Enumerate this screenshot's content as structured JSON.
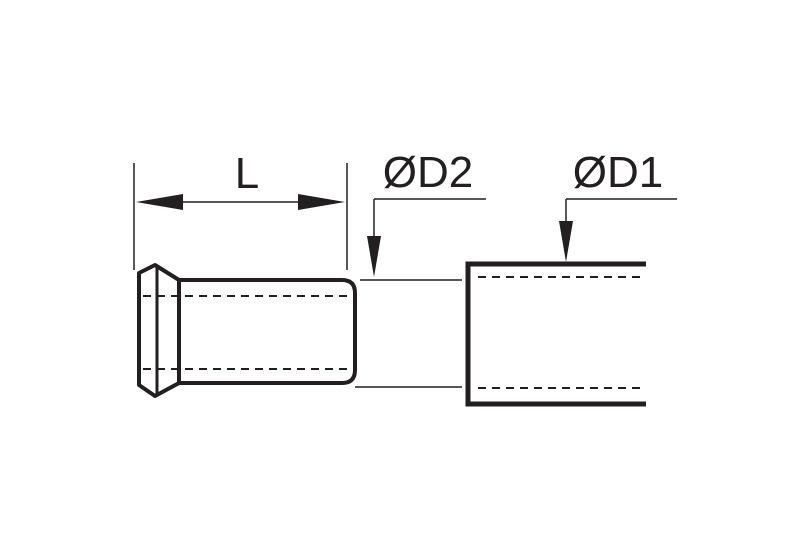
{
  "labels": {
    "length": "L",
    "insert_diameter": "ØD2",
    "tube_diameter": "ØD1"
  },
  "colors": {
    "line": "#231f20",
    "background": "#ffffff"
  }
}
